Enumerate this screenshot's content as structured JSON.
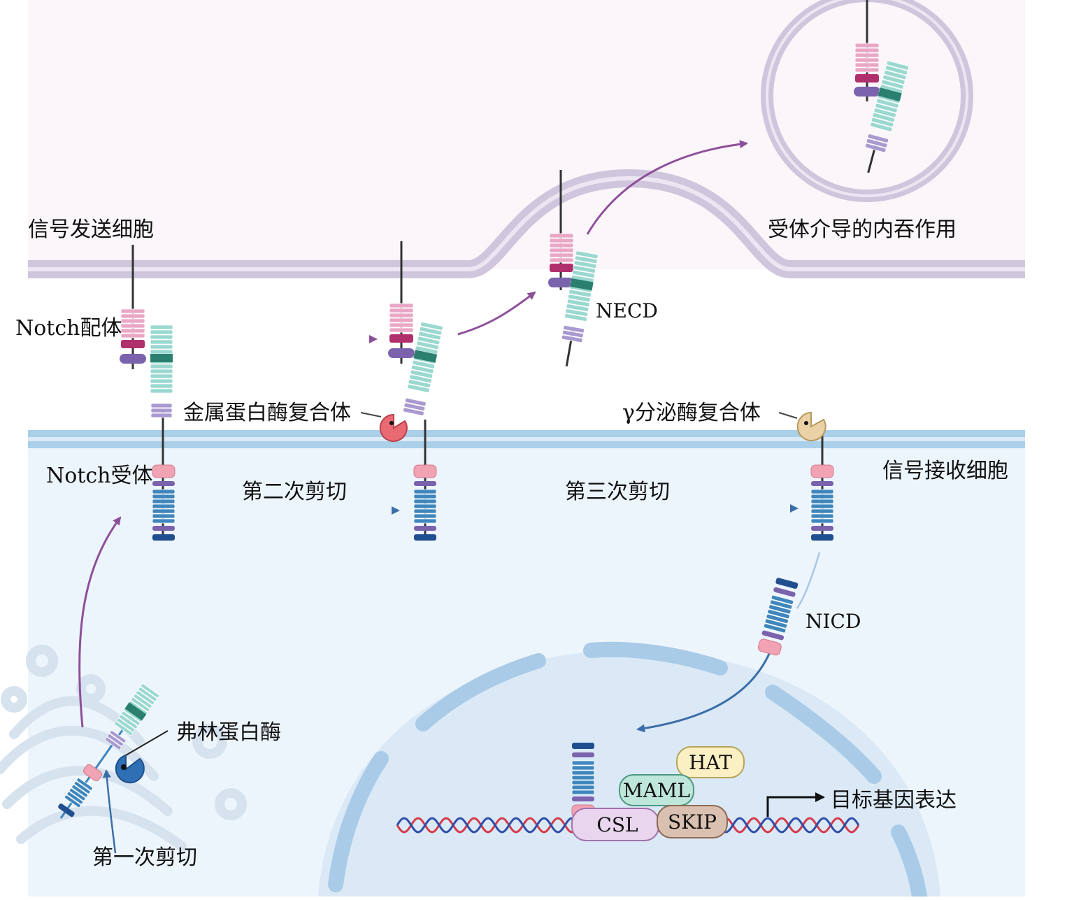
{
  "labels": {
    "sending_cell": "信号发送细胞",
    "receiving_cell": "信号接收细胞",
    "notch_ligand": "Notch配体",
    "notch_receptor": "Notch受体",
    "metalloprotease": "金属蛋白酶复合体",
    "gamma_secretase": "γ分泌酶复合体",
    "necd": "NECD",
    "nicd": "NICD",
    "endocytosis": "受体介导的内吞作用",
    "second_cleavage": "第二次剪切",
    "third_cleavage": "第三次剪切",
    "first_cleavage": "第一次剪切",
    "furin": "弗林蛋白酶",
    "target_gene": "目标基因表达"
  },
  "complex": {
    "csl": "CSL",
    "skip": "SKIP",
    "maml": "MAML",
    "hat": "HAT"
  },
  "colors": {
    "sending_bg": "#fbf6f9",
    "receiving_bg": "#edf5fc",
    "membrane_top": "#cfc6dd",
    "membrane_bottom": "#aacfe9",
    "pink": "#e9a7c5",
    "magenta": "#b0306e",
    "teal": "#9ad8d0",
    "dark_teal": "#2b7f6e",
    "lavender": "#a89ad0",
    "blue": "#3f86bd",
    "dark_blue": "#1f4f8f",
    "purple_arrow": "#8e4f9a",
    "blue_arrow": "#3a6ea8",
    "metalloprotease": "#e96a73",
    "gamma_secretase": "#ead2a6",
    "furin": "#2f6fb3"
  }
}
